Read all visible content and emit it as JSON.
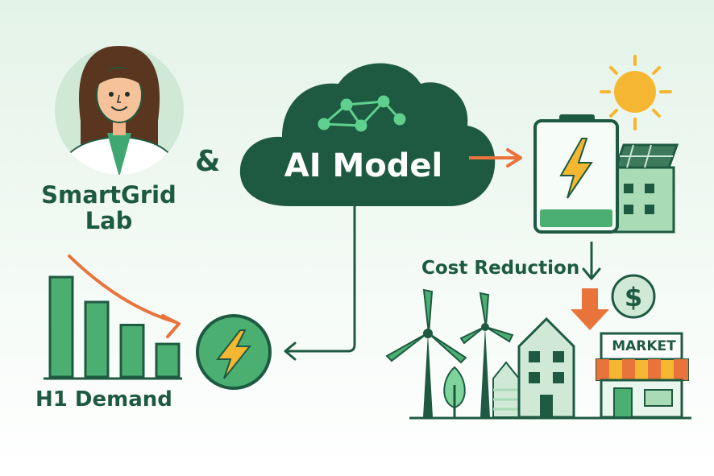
{
  "lab": {
    "line1": "SmartGrid",
    "line2": "Lab"
  },
  "connector": "&",
  "ai_model": {
    "title": "AI Model"
  },
  "cost_reduction": "Cost Reduction",
  "demand": {
    "label": "H1 Demand",
    "bars": [
      1.0,
      0.75,
      0.52,
      0.33
    ]
  },
  "market": {
    "label": "MARKET"
  },
  "colors": {
    "dark_green": "#1e5a42",
    "green": "#4caf72",
    "light_green": "#7fd49c",
    "orange": "#e8743b",
    "yellow": "#f5b731",
    "white": "#ffffff"
  },
  "icons": [
    "scientist-avatar-icon",
    "neural-network-icon",
    "battery-icon",
    "lightning-icon",
    "solar-panel-icon",
    "sun-icon",
    "dollar-coin-icon",
    "wind-turbine-icon",
    "tree-icon",
    "building-icon",
    "market-store-icon"
  ]
}
